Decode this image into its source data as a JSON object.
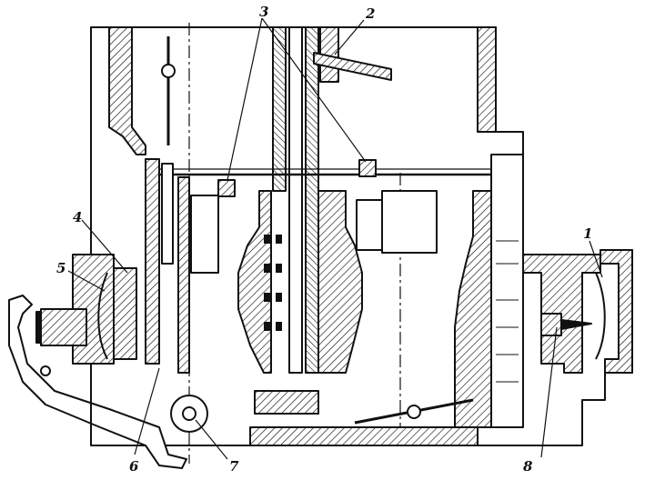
{
  "diagram": {
    "ink": "#111111",
    "paper": "#ffffff",
    "callouts": [
      {
        "id": "c1",
        "label": "1"
      },
      {
        "id": "c2",
        "label": "2"
      },
      {
        "id": "c3",
        "label": "3"
      },
      {
        "id": "c4",
        "label": "4"
      },
      {
        "id": "c5",
        "label": "5"
      },
      {
        "id": "c6",
        "label": "6"
      },
      {
        "id": "c7",
        "label": "7"
      },
      {
        "id": "c8",
        "label": "8"
      }
    ]
  }
}
